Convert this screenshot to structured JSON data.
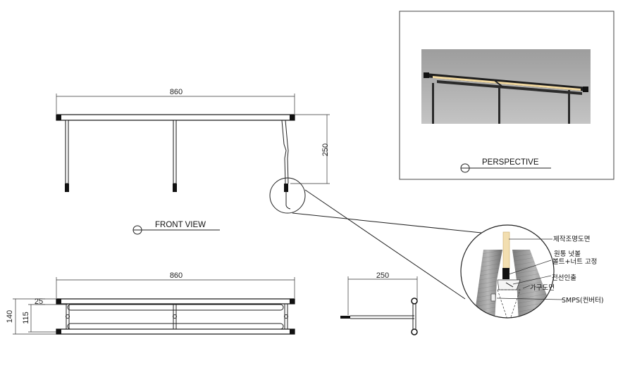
{
  "front_view": {
    "label": "FRONT VIEW",
    "width_dim": "860",
    "height_dim": "250"
  },
  "plan_view": {
    "width_dim": "860",
    "depth_dim": "140",
    "inner_dim": "115",
    "small_dim": "25"
  },
  "side_view": {
    "width_dim": "250"
  },
  "perspective": {
    "label": "PERSPECTIVE"
  },
  "detail": {
    "notes": [
      "제작조명도면",
      "원통 넛볼",
      "볼트+너트 고정",
      "전선인출",
      "가구도면",
      "SMPS(컨버터)"
    ]
  }
}
